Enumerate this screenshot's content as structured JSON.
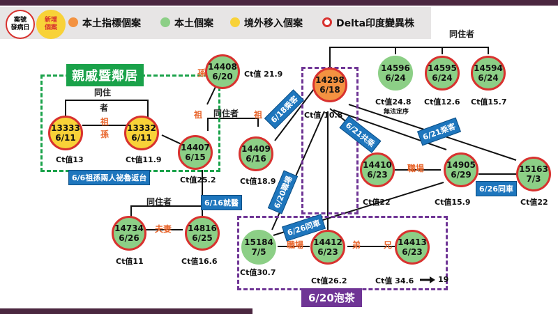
{
  "legend": {
    "onset_badge": [
      "案號",
      "發病日"
    ],
    "new_badge": [
      "新增",
      "個案"
    ],
    "index_label": "本土指標個案",
    "local_label": "本土個案",
    "import_label": "境外移入個案",
    "delta_label": "Delta印度變異株",
    "colors": {
      "index": "#f39241",
      "local": "#8ccf86",
      "import": "#f8d238",
      "delta_ring": "#d8322f"
    }
  },
  "groups": {
    "family_title": "親戚暨鄰居",
    "tea_title": "6/20泡茶"
  },
  "cases": [
    {
      "id": "14408",
      "date": "6/20",
      "ct": "Ct值 21.9"
    },
    {
      "id": "13333",
      "date": "6/11",
      "ct": "Ct值13"
    },
    {
      "id": "13332",
      "date": "6/11",
      "ct": "Ct值11.9"
    },
    {
      "id": "14407",
      "date": "6/15",
      "ct": "Ct值25.2"
    },
    {
      "id": "14409",
      "date": "6/16",
      "ct": "Ct值18.9"
    },
    {
      "id": "14298",
      "date": "6/18",
      "ct": "Ct值 10.8"
    },
    {
      "id": "14596",
      "date": "6/24",
      "ct": "Ct值24.8"
    },
    {
      "id": "14595",
      "date": "6/24",
      "ct": "Ct值12.6"
    },
    {
      "id": "14594",
      "date": "6/24",
      "ct": "Ct值15.7"
    },
    {
      "id": "14410",
      "date": "6/23",
      "ct": "Ct值22"
    },
    {
      "id": "14905",
      "date": "6/29",
      "ct": "Ct值15.9"
    },
    {
      "id": "15163",
      "date": "7/3",
      "ct": "Ct值22"
    },
    {
      "id": "14734",
      "date": "6/26",
      "ct": "Ct值11"
    },
    {
      "id": "14816",
      "date": "6/25",
      "ct": "Ct值16.6"
    },
    {
      "id": "15184",
      "date": "7/5",
      "ct": "Ct值30.7"
    },
    {
      "id": "14412",
      "date": "6/23",
      "ct": "Ct值26.2"
    },
    {
      "id": "14413",
      "date": "6/23",
      "ct": "Ct值 34.6"
    }
  ],
  "notes": {
    "no_lineage": "無法定序",
    "ct_after": "19"
  },
  "relations": {
    "cohabit_1": "同住",
    "cohabit_1b": "者",
    "grand_top": "祖",
    "grand_bottom": "孫",
    "grandson": "孫",
    "grandpa_a": "祖",
    "cohabit_2": "同住者",
    "grandpa_b": "祖",
    "cohabit_3": "同住者",
    "workplace_1": "職場",
    "cohabit_4": "同住者",
    "spouse": "夫妻",
    "workplace_2": "職場",
    "brother_a": "弟",
    "brother_b": "兄"
  },
  "tags": {
    "trip": "6/6祖孫兩人祕魯返台",
    "ride_a": "6/18乘客",
    "clinic": "6/16就醫",
    "colleague": "6/20職場",
    "ride_b": "6/26同車",
    "group_ride": "6/21共乘",
    "ride_c": "6/21乘客",
    "ride_d": "6/26同車"
  }
}
